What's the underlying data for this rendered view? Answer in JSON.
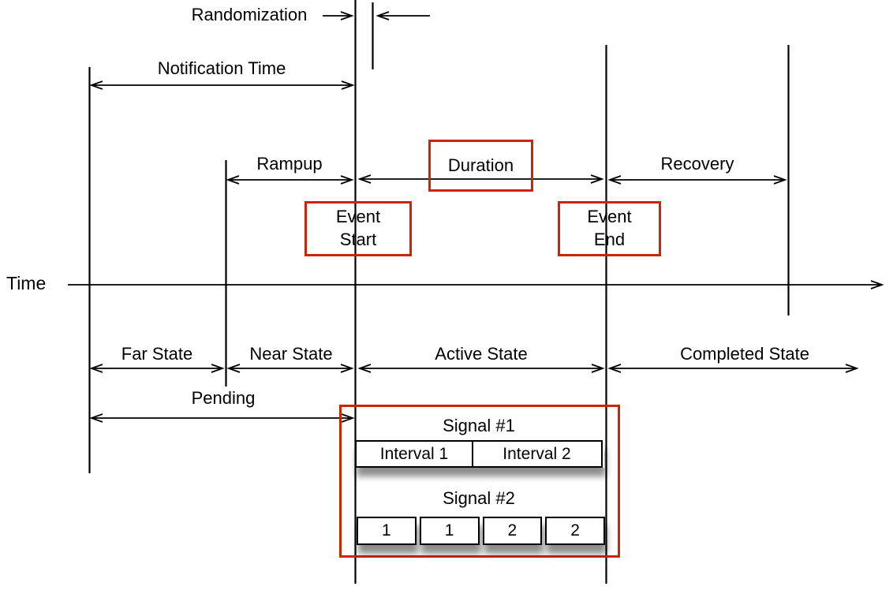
{
  "colors": {
    "highlight_red": "#cc2505",
    "line_black": "#000000"
  },
  "labels": {
    "randomization": "Randomization",
    "notification_time": "Notification Time",
    "rampup": "Rampup",
    "duration": "Duration",
    "recovery": "Recovery",
    "event_start_line1": "Event",
    "event_start_line2": "Start",
    "event_end_line1": "Event",
    "event_end_line2": "End",
    "time_axis": "Time",
    "far_state": "Far State",
    "near_state": "Near State",
    "active_state": "Active State",
    "completed_state": "Completed State",
    "pending": "Pending"
  },
  "signals": {
    "signal1": {
      "title": "Signal #1",
      "cells": [
        "Interval 1",
        "Interval 2"
      ]
    },
    "signal2": {
      "title": "Signal #2",
      "cells": [
        "1",
        "1",
        "2",
        "2"
      ]
    }
  }
}
